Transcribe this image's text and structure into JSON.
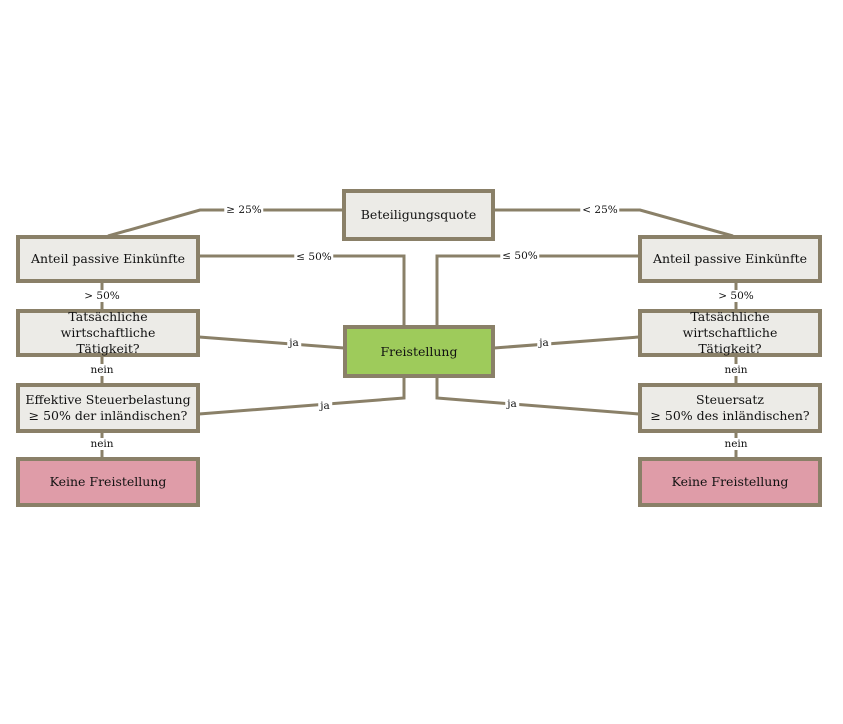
{
  "nodes": {
    "root": "Beteiligungsquote",
    "left_passive": "Anteil passive Einkünfte",
    "right_passive": "Anteil passive Einkünfte",
    "center": "Freistellung",
    "left_activity": "Tatsächliche wirtschaftliche\nTätigkeit?",
    "right_activity": "Tatsächliche wirtschaftliche\nTätigkeit?",
    "left_tax": "Effektive Steuerbelastung\n≥ 50% der inländischen?",
    "right_tax": "Steuersatz\n≥ 50% des inländischen?",
    "left_none": "Keine Freistellung",
    "right_none": "Keine Freistellung"
  },
  "edges": {
    "ge25": "≥ 25%",
    "lt25": "< 25%",
    "left_le50": "≤ 50%",
    "right_le50": "≤ 50%",
    "left_gt50": "> 50%",
    "right_gt50": "> 50%",
    "left_activity_ja": "ja",
    "right_activity_ja": "ja",
    "left_activity_nein": "nein",
    "right_activity_nein": "nein",
    "left_tax_ja": "ja",
    "right_tax_ja": "ja",
    "left_tax_nein": "nein",
    "right_tax_nein": "nein"
  },
  "colors": {
    "border": "#8a8068",
    "box_fill": "#ecebe7",
    "positive_fill": "#9ecb5b",
    "negative_fill": "#df9ca8"
  }
}
